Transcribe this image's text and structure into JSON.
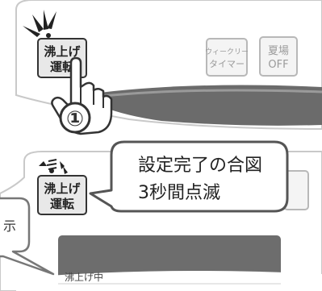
{
  "panel_top": {
    "buttons": [
      {
        "label_line1": "沸上げ",
        "label_line2": "運転"
      },
      {
        "label_line1": "ウィークリー",
        "label_line2": "タイマー"
      },
      {
        "label_line1": "夏場",
        "label_line2": "OFF"
      }
    ],
    "step_marker": "①"
  },
  "panel_bottom": {
    "button": {
      "label_line1": "沸上げ",
      "label_line2": "運転"
    },
    "callout": {
      "line1": "設定完了の合図",
      "line2": "3秒間点滅"
    },
    "left_callout_fragment": "示",
    "display_text": "沸上げ中"
  }
}
